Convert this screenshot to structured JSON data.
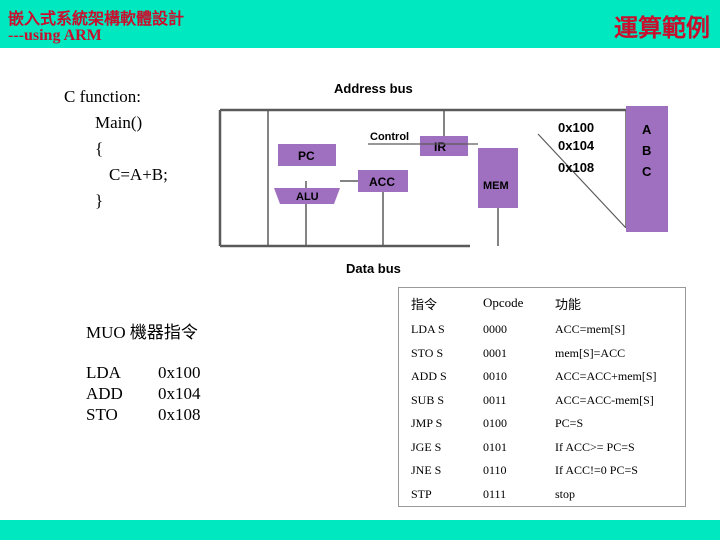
{
  "header": {
    "title": "嵌入式系統架構軟體設計",
    "subtitle": "---using ARM",
    "right_title": "運算範例"
  },
  "code": {
    "lines": [
      "C function:",
      "Main()",
      "{",
      "C=A+B;",
      "}"
    ]
  },
  "diagram": {
    "address_bus": "Address bus",
    "data_bus": "Data bus",
    "control": "Control",
    "pc": "PC",
    "ir": "IR",
    "acc": "ACC",
    "alu": "ALU",
    "mem": "MEM",
    "addresses": [
      "0x100",
      "0x104",
      "0x108"
    ],
    "mem_cells": [
      "A",
      "B",
      "C"
    ],
    "colors": {
      "block": "#a070c0",
      "line": "#5a5a5a"
    }
  },
  "muo": {
    "title": "MUO  機器指令",
    "program": [
      {
        "op": "LDA",
        "addr": "0x100"
      },
      {
        "op": "ADD",
        "addr": "0x104"
      },
      {
        "op": "STO",
        "addr": "0x108"
      }
    ]
  },
  "isa": {
    "headers": [
      "指令",
      "Opcode",
      "功能"
    ],
    "rows": [
      [
        "LDA S",
        "0000",
        "ACC=mem[S]"
      ],
      [
        "STO S",
        "0001",
        "mem[S]=ACC"
      ],
      [
        "ADD S",
        "0010",
        "ACC=ACC+mem[S]"
      ],
      [
        "SUB S",
        "0011",
        "ACC=ACC-mem[S]"
      ],
      [
        "JMP S",
        "0100",
        "PC=S"
      ],
      [
        "JGE S",
        "0101",
        "If ACC>= PC=S"
      ],
      [
        "JNE S",
        "0110",
        "If ACC!=0 PC=S"
      ],
      [
        "STP",
        "0111",
        "stop"
      ]
    ]
  }
}
